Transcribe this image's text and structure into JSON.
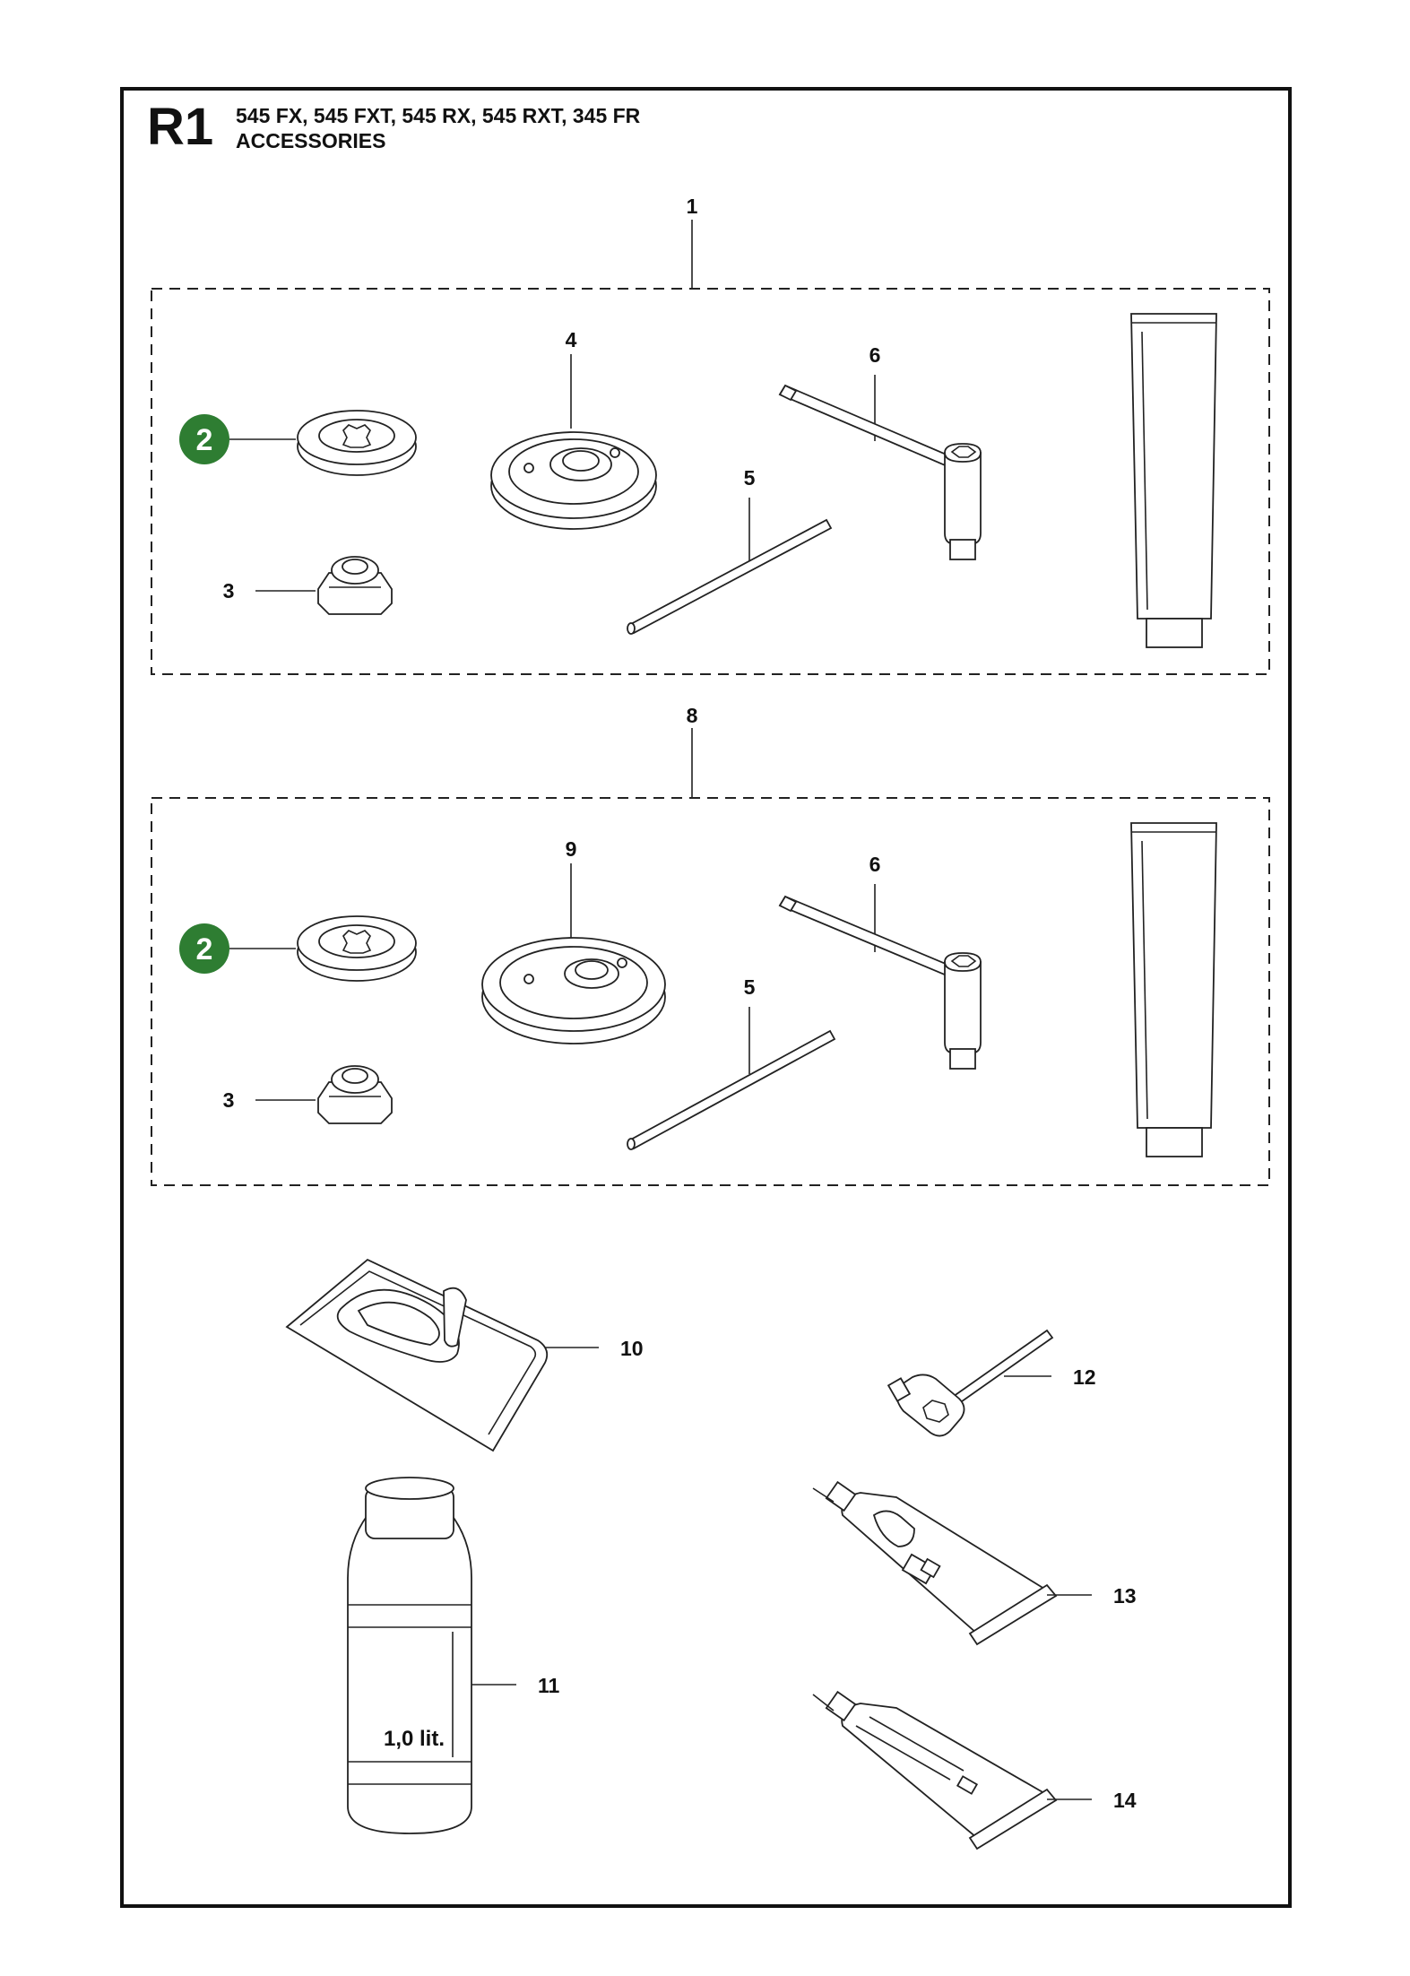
{
  "header": {
    "page_code": "R1",
    "models": "545 FX, 545 FXT, 545 RX, 545 RXT, 345 FR",
    "section_title": "ACCESSORIES"
  },
  "colors": {
    "badge": "#2e7d32",
    "line": "#222222",
    "border": "#111111"
  },
  "kits": [
    {
      "kit_callout": "1",
      "items": {
        "support_cup": "2",
        "nut": "3",
        "drive_disc": "4",
        "rod": "5",
        "wrench": "6"
      }
    },
    {
      "kit_callout": "8",
      "items": {
        "support_cup": "2",
        "nut": "3",
        "drive_disc": "9",
        "rod": "5",
        "wrench": "6"
      }
    }
  ],
  "parts": {
    "guard_cover": "10",
    "oil_bottle": "11",
    "oil_bottle_label": "1,0 lit.",
    "spark_wrench": "12",
    "grease_tube_a": "13",
    "grease_tube_b": "14"
  }
}
